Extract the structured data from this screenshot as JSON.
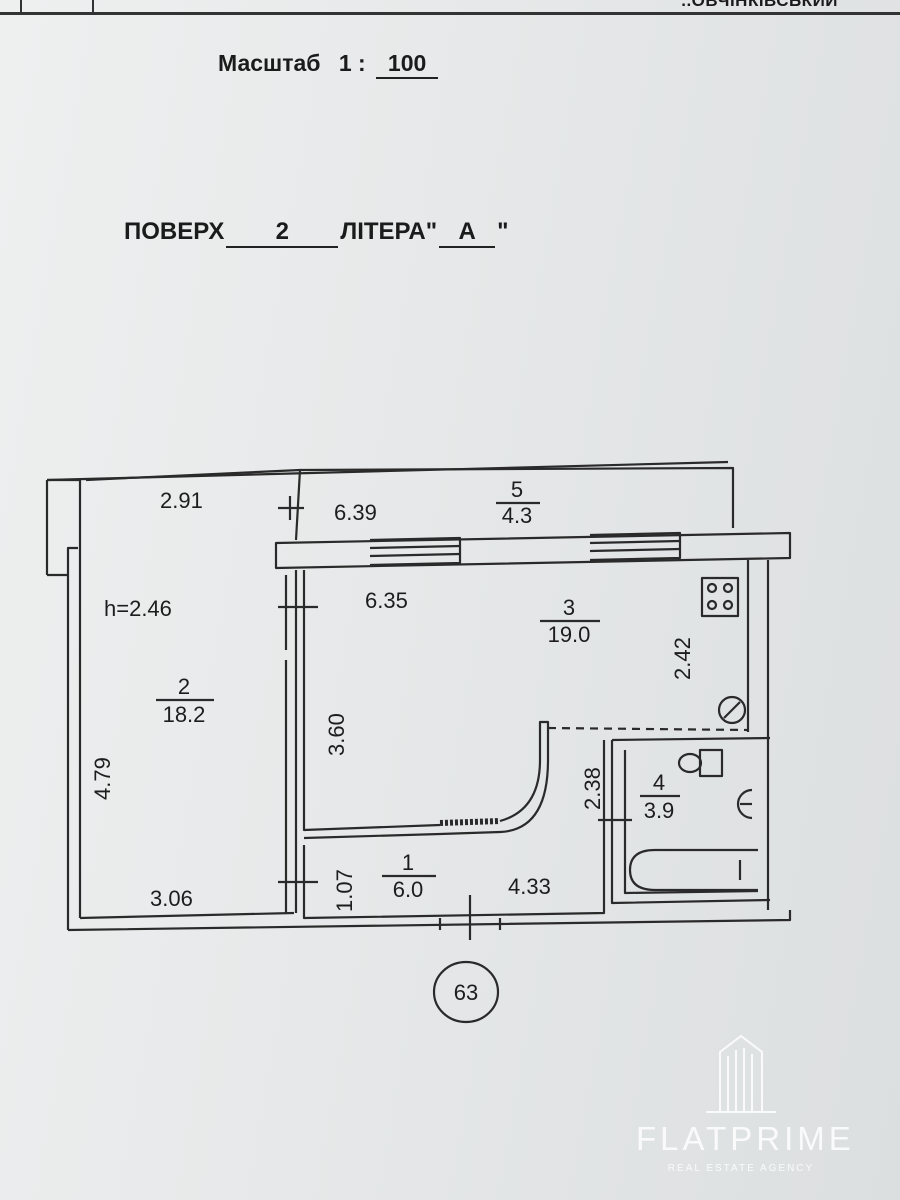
{
  "header": {
    "fragment": "..ОВЧІНКІВСЬКИЙ"
  },
  "scale": {
    "label": "Масштаб",
    "ratio_prefix": "1 :",
    "value": "100"
  },
  "floor": {
    "label": "ПОВЕРХ",
    "number": "2",
    "letter_label": "ЛІТЕРА",
    "letter_open": "\"",
    "letter_value": "А",
    "letter_close": "\""
  },
  "plan": {
    "dimensions": {
      "top_left_width": "2.91",
      "balcony_length": "6.39",
      "kitchen_width": "6.35",
      "ceiling_height": "h=2.46",
      "kitchen_right_depth": "2.42",
      "kitchen_left_depth": "3.60",
      "room_left_depth": "4.79",
      "room_bottom_width": "3.06",
      "hall_depth_small": "1.07",
      "hall_length": "4.33",
      "bath_depth": "2.38"
    },
    "rooms": [
      {
        "number": "1",
        "area": "6.0"
      },
      {
        "number": "2",
        "area": "18.2"
      },
      {
        "number": "3",
        "area": "19.0"
      },
      {
        "number": "4",
        "area": "3.9"
      },
      {
        "number": "5",
        "area": "4.3"
      }
    ],
    "sheet_number": "63"
  },
  "watermark": {
    "brand": "FLATPRIME",
    "tagline": "REAL ESTATE AGENCY",
    "color": "#ffffff"
  },
  "colors": {
    "ink": "#1d1d1d",
    "paper": "#e6e8e9"
  }
}
